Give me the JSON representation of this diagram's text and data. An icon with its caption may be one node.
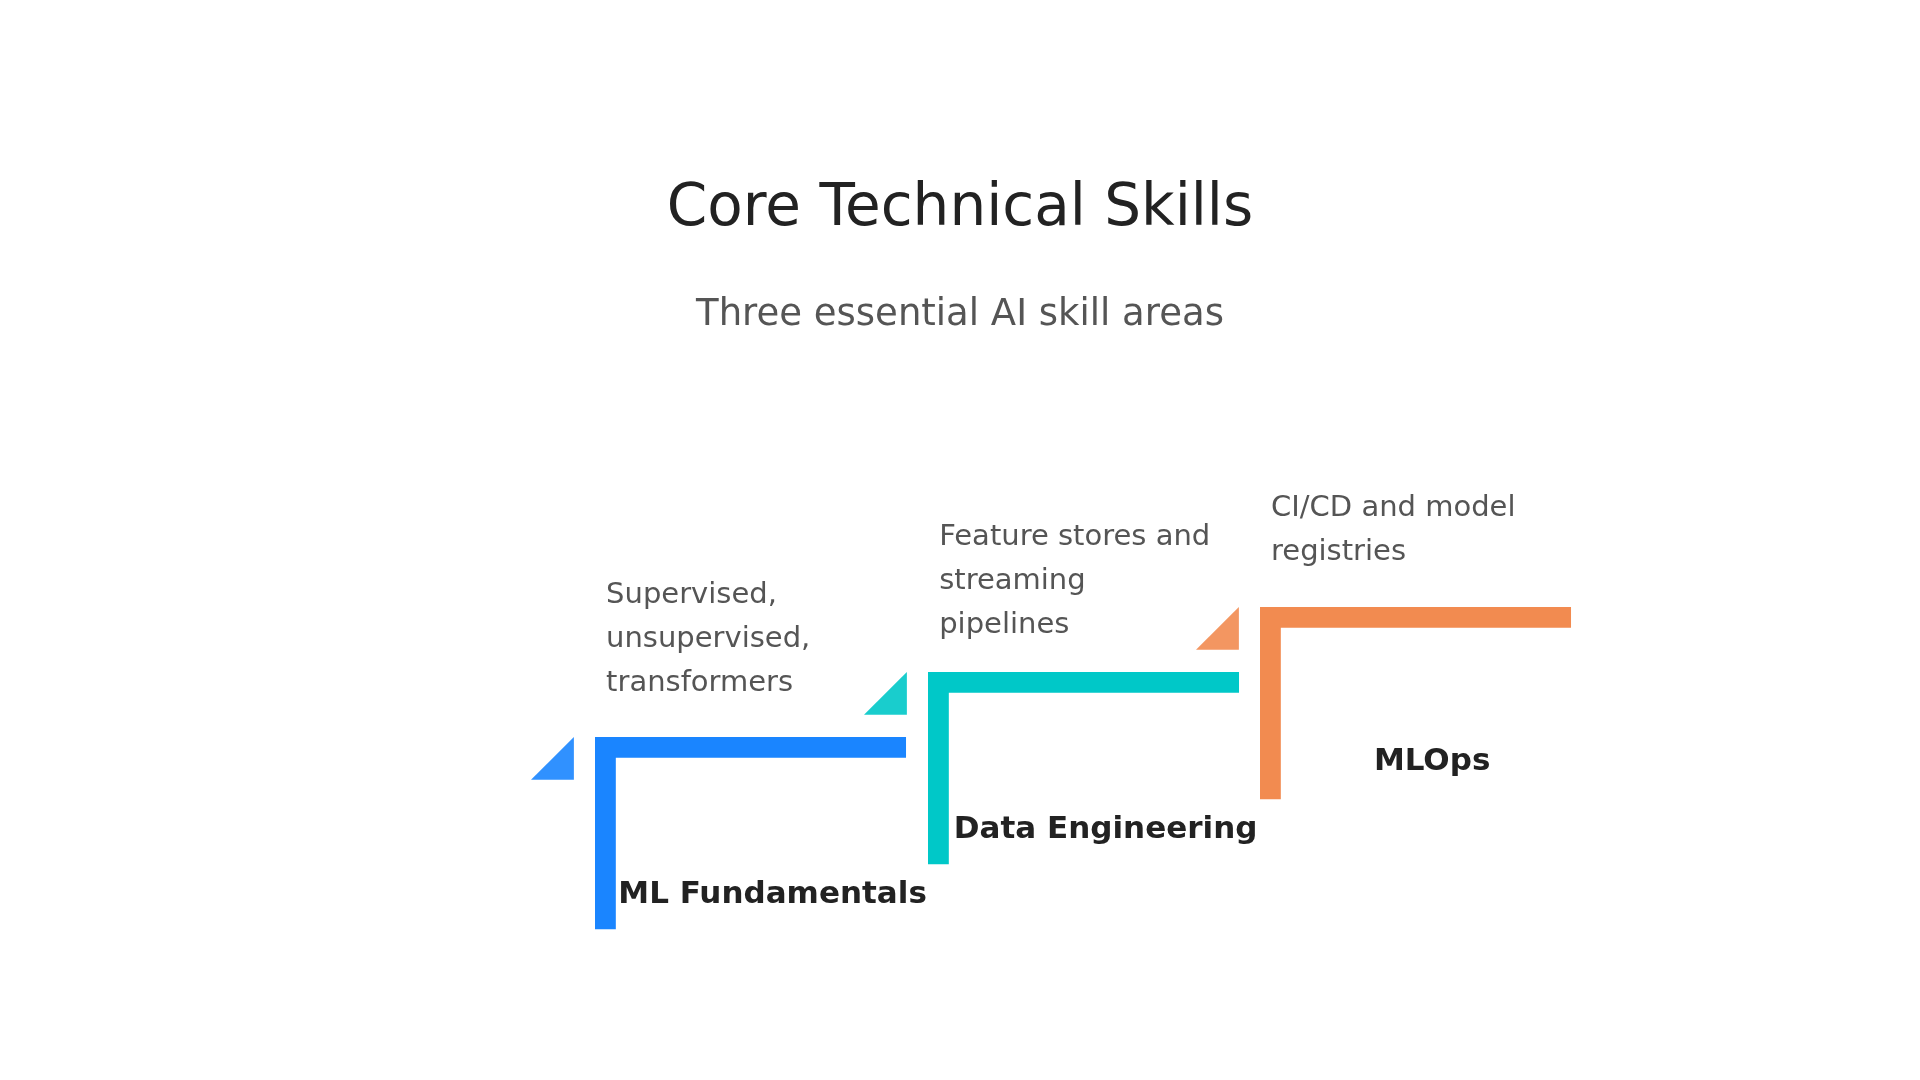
{
  "diagram": {
    "title": "Core Technical Skills",
    "nodes": [
      {
        "text": [
          "ML Fundamentals"
        ],
        "beside": [
          "Supervised, unsupervised, transformers"
        ]
      },
      {
        "text": [
          "Data Engineering"
        ],
        "beside": [
          "Feature stores and streaming pipelines"
        ]
      },
      {
        "text": [
          "MLOps"
        ],
        "beside": [
          "CI/CD and model registries"
        ]
      }
    ],
    "labels": [
      "Three essential AI skill areas"
    ]
  }
}
